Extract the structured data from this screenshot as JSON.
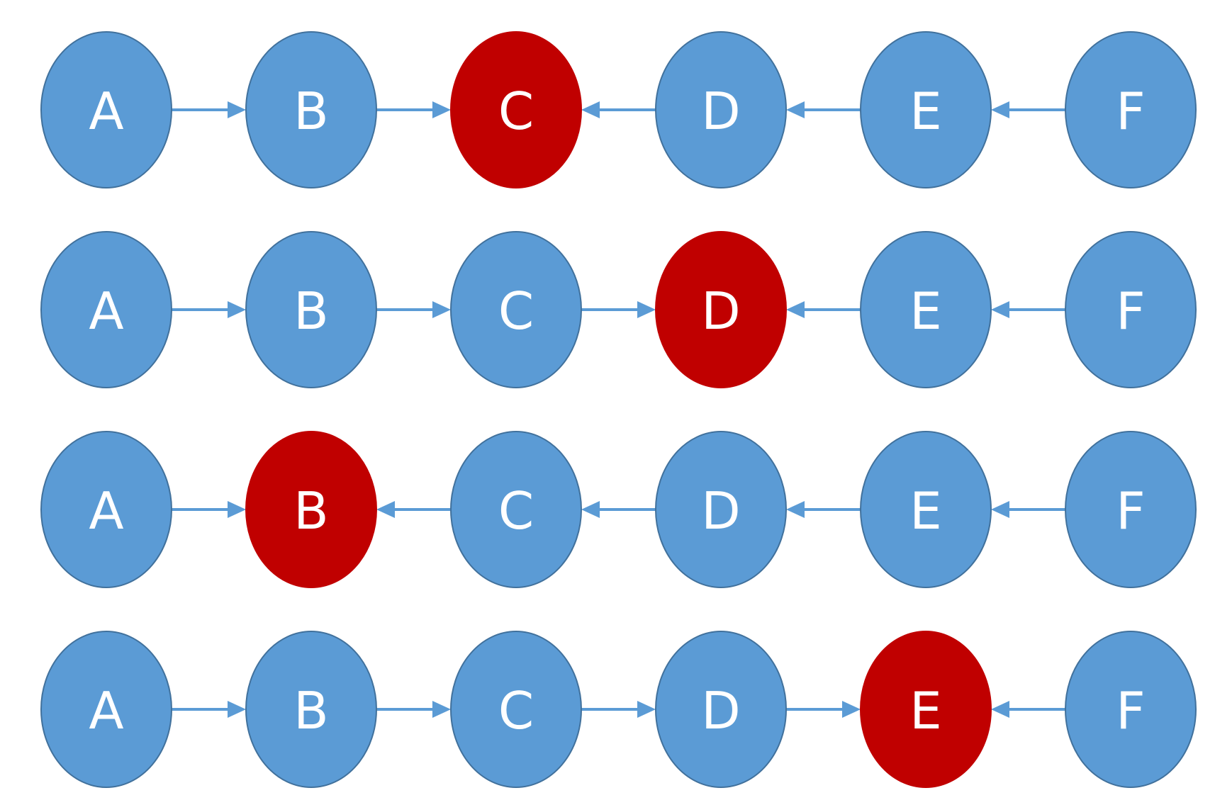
{
  "colors": {
    "node_fill": "#5b9bd5",
    "node_stroke": "#41719c",
    "highlight_fill": "#c00000",
    "edge": "#5b9bd5",
    "label": "#ffffff"
  },
  "rows": [
    {
      "nodes": [
        "A",
        "B",
        "C",
        "D",
        "E",
        "F"
      ],
      "highlight": "C",
      "edges": [
        {
          "from": "A",
          "to": "B"
        },
        {
          "from": "B",
          "to": "C"
        },
        {
          "from": "D",
          "to": "C"
        },
        {
          "from": "E",
          "to": "D"
        },
        {
          "from": "F",
          "to": "E"
        }
      ]
    },
    {
      "nodes": [
        "A",
        "B",
        "C",
        "D",
        "E",
        "F"
      ],
      "highlight": "D",
      "edges": [
        {
          "from": "A",
          "to": "B"
        },
        {
          "from": "B",
          "to": "C"
        },
        {
          "from": "C",
          "to": "D"
        },
        {
          "from": "E",
          "to": "D"
        },
        {
          "from": "F",
          "to": "E"
        }
      ]
    },
    {
      "nodes": [
        "A",
        "B",
        "C",
        "D",
        "E",
        "F"
      ],
      "highlight": "B",
      "edges": [
        {
          "from": "A",
          "to": "B"
        },
        {
          "from": "C",
          "to": "B"
        },
        {
          "from": "D",
          "to": "C"
        },
        {
          "from": "E",
          "to": "D"
        },
        {
          "from": "F",
          "to": "E"
        }
      ]
    },
    {
      "nodes": [
        "A",
        "B",
        "C",
        "D",
        "E",
        "F"
      ],
      "highlight": "E",
      "edges": [
        {
          "from": "A",
          "to": "B"
        },
        {
          "from": "B",
          "to": "C"
        },
        {
          "from": "C",
          "to": "D"
        },
        {
          "from": "D",
          "to": "E"
        },
        {
          "from": "F",
          "to": "E"
        }
      ]
    }
  ]
}
